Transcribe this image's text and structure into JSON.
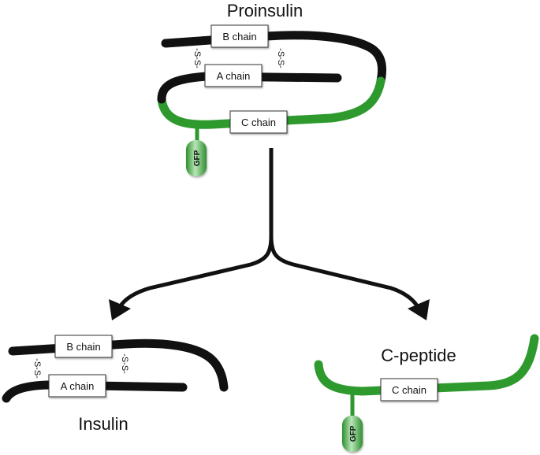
{
  "proinsulin": {
    "title": "Proinsulin",
    "b_chain": "B chain",
    "a_chain": "A chain",
    "c_chain": "C chain",
    "disulfide_left": "-S-S-",
    "disulfide_right": "-S-S-",
    "gfp": "GFP"
  },
  "insulin": {
    "title": "Insulin",
    "b_chain": "B chain",
    "a_chain": "A chain",
    "disulfide_left": "-S-S-",
    "disulfide_right": "-S-S-"
  },
  "c_peptide": {
    "title": "C-peptide",
    "c_chain": "C chain",
    "gfp": "GFP"
  },
  "colors": {
    "chain": "#111111",
    "c_peptide_chain": "#2e9a2e",
    "gfp_light": "#b6e3b6",
    "gfp_dark": "#3c9a3c"
  }
}
